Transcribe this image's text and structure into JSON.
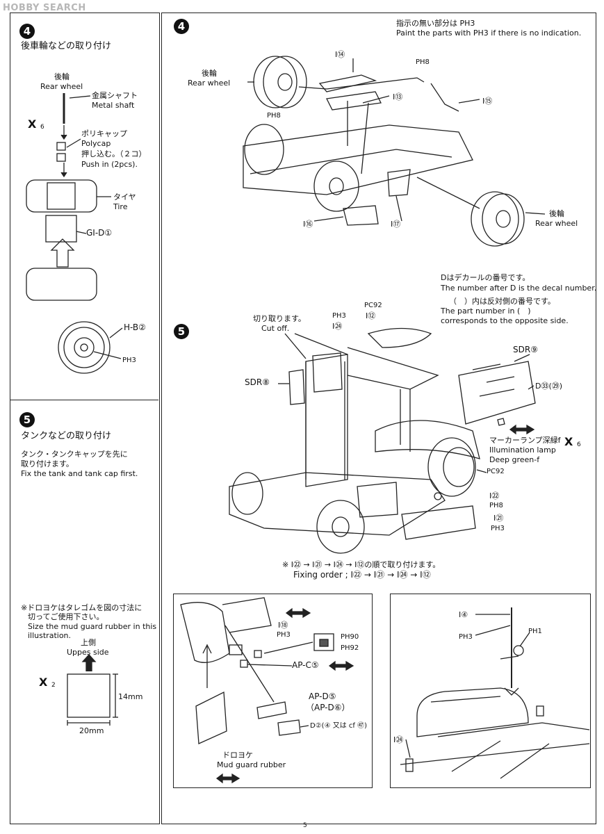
{
  "watermark": {
    "brand": "HOBBY",
    "word": "SEARCH"
  },
  "page_number": "5",
  "left_panel": {
    "step4": {
      "num": "4",
      "title": "後車輪などの取り付け",
      "rear_wheel_jp": "後輪",
      "rear_wheel_en": "Rear wheel",
      "metal_shaft_jp": "金属シャフト",
      "metal_shaft_en": "Metal shaft",
      "polycap_jp": "ポリキャップ",
      "polycap_en": "Polycap",
      "push_jp": "押し込む。（２コ）",
      "push_en": "Push in (2pcs).",
      "tire_jp": "タイヤ",
      "tire_en": "Tire",
      "part_gi": "GI-D①",
      "part_hb": "H-B②",
      "part_ph3": "PH3",
      "x_mark": "X",
      "x_num": "6"
    },
    "step5": {
      "num": "5",
      "title": "タンクなどの取り付け",
      "note_jp_1": "タンク・タンクキャップを先に",
      "note_jp_2": "取り付けます。",
      "note_en": "Fix the tank and tank cap first."
    },
    "mudguard": {
      "note_jp_1": "※ドロヨケはタレゴムを図の寸法に",
      "note_jp_2": "切ってご使用下さい。",
      "note_en_1": "Size the mud guard rubber in this",
      "note_en_2": "illustration.",
      "up_jp": "上側",
      "up_en": "Uppes side",
      "width": "20mm",
      "height": "14mm",
      "x_mark": "X",
      "x_num": "2"
    }
  },
  "right_panel": {
    "step4": {
      "num": "4",
      "paint_note_jp": "指示の無い部分は PH3",
      "paint_note_en": "Paint the parts with PH3 if there is no indication.",
      "rear_wheel_jp": "後輪",
      "rear_wheel_en": "Rear wheel",
      "rear_wheel2_jp": "後輪",
      "rear_wheel2_en": "Rear wheel",
      "p_i14": "I⑭",
      "p_ph8": "PH8",
      "p_i13": "I⑬",
      "p_ph8b": "PH8",
      "p_i15": "I⑮",
      "p_i16": "I⑯",
      "p_i17": "I⑰"
    },
    "decal_note": {
      "jp_1": "Dはデカールの番号です。",
      "en_1": "The number after D is the decal number.",
      "jp_2": "（　）内は反対側の番号です。",
      "en_2a": "The part number in (　)",
      "en_2b": "corresponds to the opposite side."
    },
    "step5": {
      "num": "5",
      "cutoff_jp": "切り取ります。",
      "cutoff_en": "Cut off.",
      "p_ph3": "PH3",
      "p_i24": "I㉔",
      "p_pc92": "PC92",
      "p_i12": "I⑫",
      "p_sdr9": "SDR⑨",
      "p_sdr8": "SDR⑧",
      "p_d33": "D㉝(㉙)",
      "marker_jp": "マーカーランプ深緑f",
      "marker_en1": "Illumination lamp",
      "marker_en2": "Deep green-f",
      "p_pc92b": "PC92",
      "p_i22": "I㉒",
      "p_ph8": "PH8",
      "p_i21": "I㉑",
      "p_ph3b": "PH3",
      "x_mark": "X",
      "x_num": "6",
      "order_jp": "※ I㉒ → I㉑ → I㉔ → I⑫の順で取り付けます。",
      "order_en": "Fixing order ; I㉒ → I㉑ → I㉔ → I⑫"
    },
    "mud_detail": {
      "p_i18": "I⑱",
      "p_ph3": "PH3",
      "p_ph90": "PH90",
      "p_ph92": "PH92",
      "p_apc": "AP-C⑤",
      "p_apd": "AP-D⑤",
      "p_apd6": "（AP-D⑥）",
      "p_decal": "D②(④ 又は cf ㊼)",
      "mud_jp": "ドロヨケ",
      "mud_en": "Mud guard rubber"
    },
    "antenna_detail": {
      "p_i4": "I④",
      "p_ph3": "PH3",
      "p_ph1": "PH1",
      "p_i24": "I㉔"
    }
  }
}
